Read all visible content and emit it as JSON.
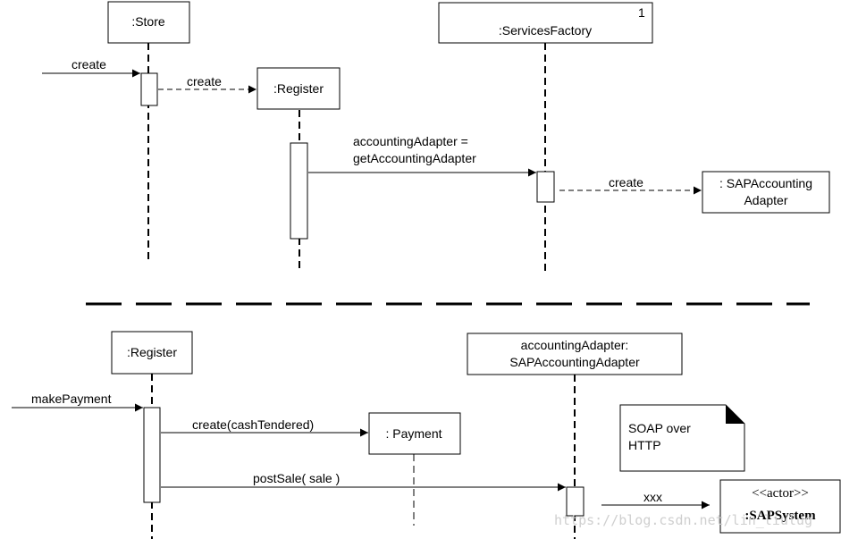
{
  "top": {
    "store": ":Store",
    "services_factory": ":ServicesFactory",
    "services_factory_multiplicity": "1",
    "register": ":Register",
    "sap_adapter_line1": ": SAPAccounting",
    "sap_adapter_line2": "Adapter",
    "msg_create_in": "create",
    "msg_create_register": "create",
    "msg_get_adapter_line1": "accountingAdapter =",
    "msg_get_adapter_line2": "getAccountingAdapter",
    "msg_create_adapter": "create"
  },
  "bottom": {
    "register": ":Register",
    "accounting_adapter_line1": "accountingAdapter:",
    "accounting_adapter_line2": "SAPAccountingAdapter",
    "payment": ": Payment",
    "note_line1": "SOAP over",
    "note_line2": "HTTP",
    "actor_stereotype": "<<actor>>",
    "actor_name": ":SAPSystem",
    "msg_make_payment": "makePayment",
    "msg_create_payment": "create(cashTendered)",
    "msg_post_sale": "postSale( sale )",
    "msg_xxx": "xxx"
  },
  "watermark": "https://blog.csdn.net/lin_liulug"
}
